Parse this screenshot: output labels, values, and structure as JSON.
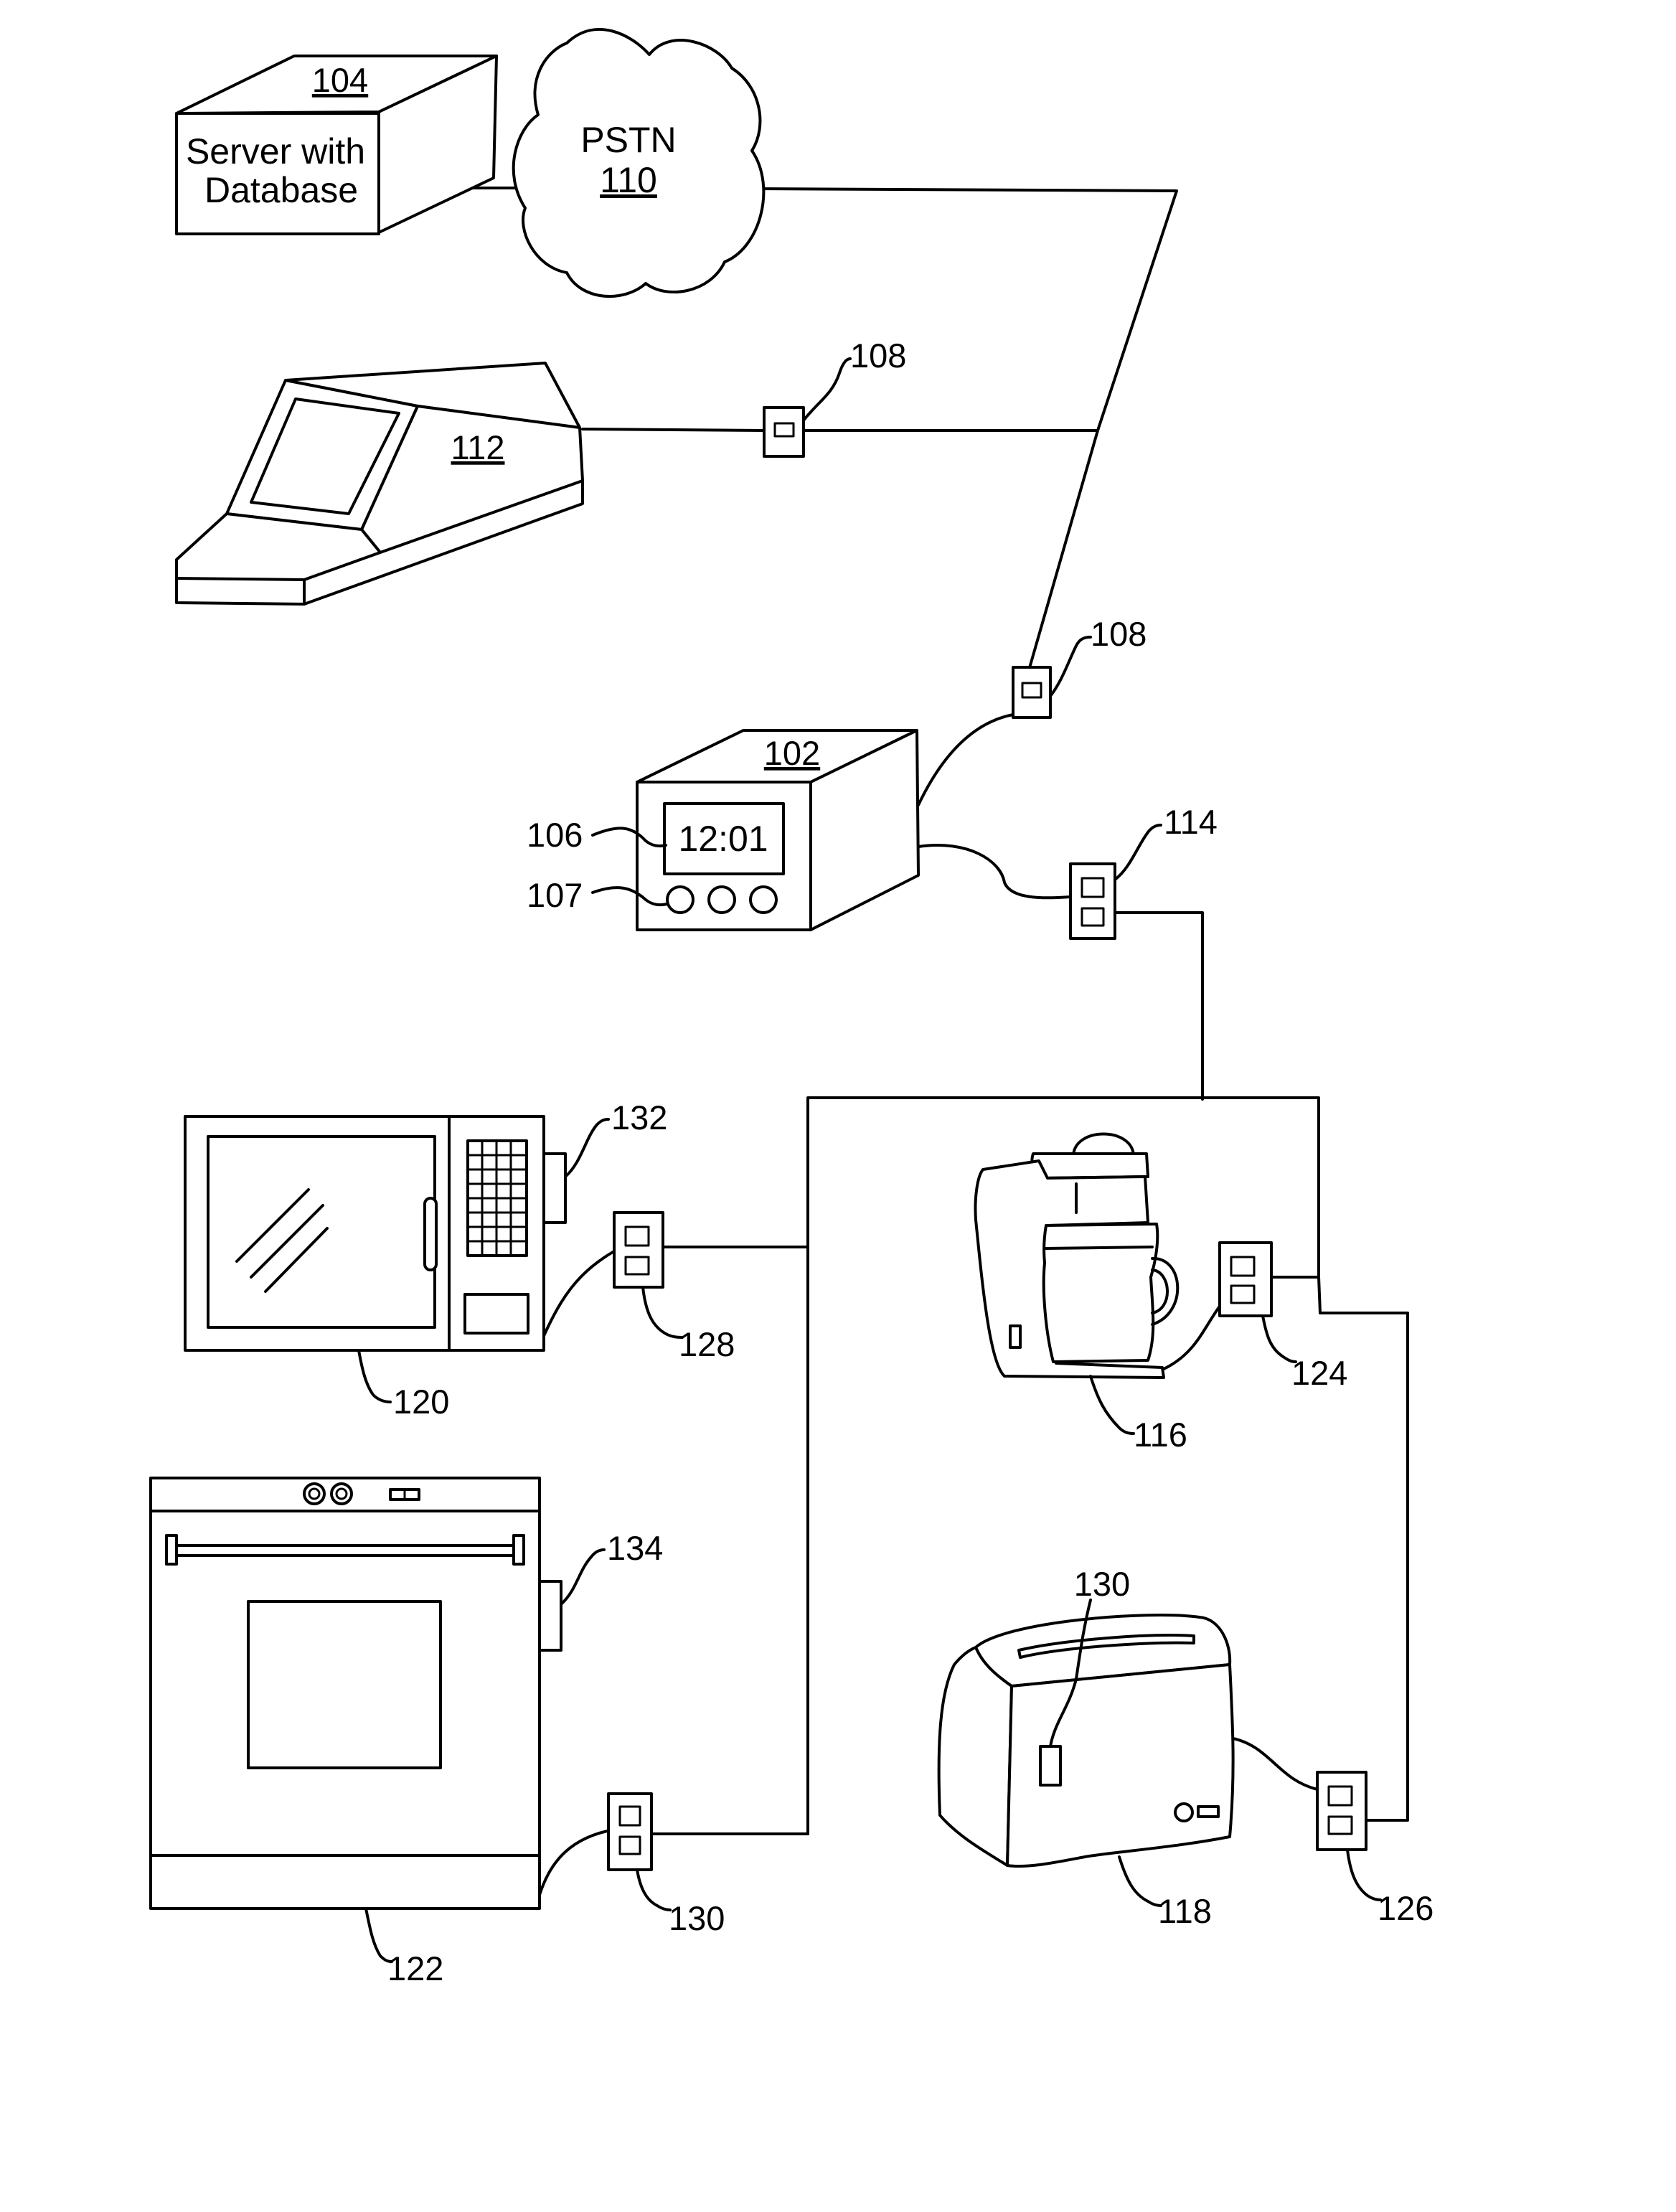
{
  "server": {
    "ref": "104",
    "label_line1": "Server with",
    "label_line2": "Database"
  },
  "pstn": {
    "label": "PSTN",
    "ref": "110"
  },
  "computer": {
    "ref": "112"
  },
  "jack_upper": {
    "ref": "108"
  },
  "jack_lower": {
    "ref": "108"
  },
  "controller": {
    "ref": "102",
    "display_time": "12:01",
    "display_ref": "106",
    "buttons_ref": "107"
  },
  "outlet_controller": {
    "ref": "114"
  },
  "microwave": {
    "ref": "120",
    "module_ref": "132",
    "outlet_ref": "128"
  },
  "coffee_maker": {
    "ref": "116",
    "outlet_ref": "124"
  },
  "oven": {
    "ref": "122",
    "module_ref": "134",
    "outlet_ref": "130"
  },
  "toaster": {
    "ref": "118",
    "module_ref": "130",
    "outlet_ref": "126"
  }
}
